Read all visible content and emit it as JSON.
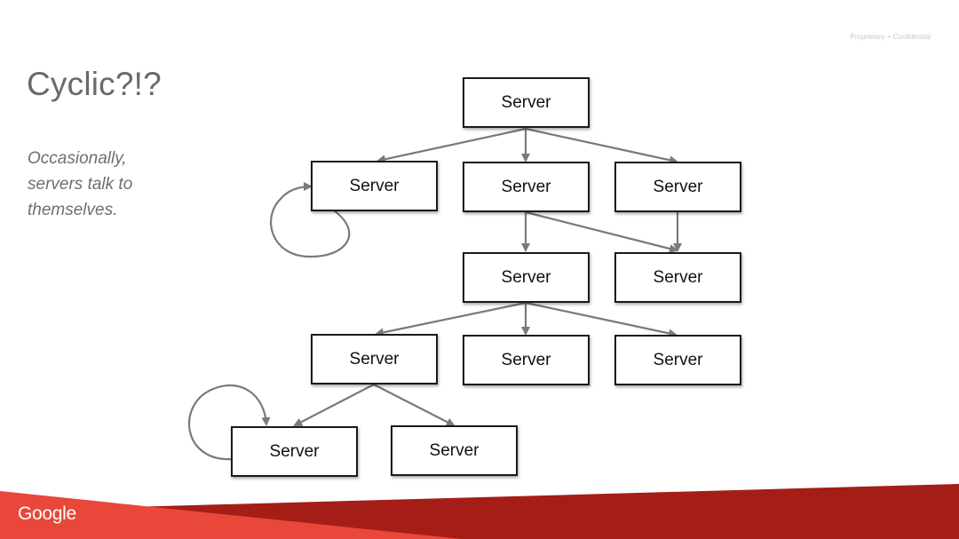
{
  "slide": {
    "title": "Cyclic?!?",
    "subtitle_lines": [
      "Occasionally,",
      "servers talk to",
      "themselves."
    ],
    "confidential": "Proprietary + Confidential",
    "logo_text": "Google"
  },
  "colors": {
    "title": "#6a6a6a",
    "edge": "#7a7a7a",
    "node_border": "#1a1a1a",
    "footer_red": "#e8473a",
    "footer_dark_red": "#a51d17"
  },
  "diagram": {
    "nodes": [
      {
        "id": "root",
        "label": "Server"
      },
      {
        "id": "l1-left",
        "label": "Server"
      },
      {
        "id": "l1-mid",
        "label": "Server"
      },
      {
        "id": "l1-right",
        "label": "Server"
      },
      {
        "id": "l2-mid",
        "label": "Server"
      },
      {
        "id": "l2-right",
        "label": "Server"
      },
      {
        "id": "l3-left",
        "label": "Server"
      },
      {
        "id": "l3-mid",
        "label": "Server"
      },
      {
        "id": "l3-right",
        "label": "Server"
      },
      {
        "id": "l4-left",
        "label": "Server"
      },
      {
        "id": "l4-right",
        "label": "Server"
      }
    ],
    "edges": [
      {
        "from": "root",
        "to": "l1-left"
      },
      {
        "from": "root",
        "to": "l1-mid"
      },
      {
        "from": "root",
        "to": "l1-right"
      },
      {
        "from": "l1-left",
        "to": "l1-left",
        "type": "self-loop"
      },
      {
        "from": "l1-mid",
        "to": "l2-mid"
      },
      {
        "from": "l1-mid",
        "to": "l2-right"
      },
      {
        "from": "l1-right",
        "to": "l2-right"
      },
      {
        "from": "l2-mid",
        "to": "l3-left"
      },
      {
        "from": "l2-mid",
        "to": "l3-mid"
      },
      {
        "from": "l2-mid",
        "to": "l3-right"
      },
      {
        "from": "l3-left",
        "to": "l4-left"
      },
      {
        "from": "l3-left",
        "to": "l4-right"
      },
      {
        "from": "l4-left",
        "to": "l4-left",
        "type": "self-loop"
      }
    ]
  }
}
